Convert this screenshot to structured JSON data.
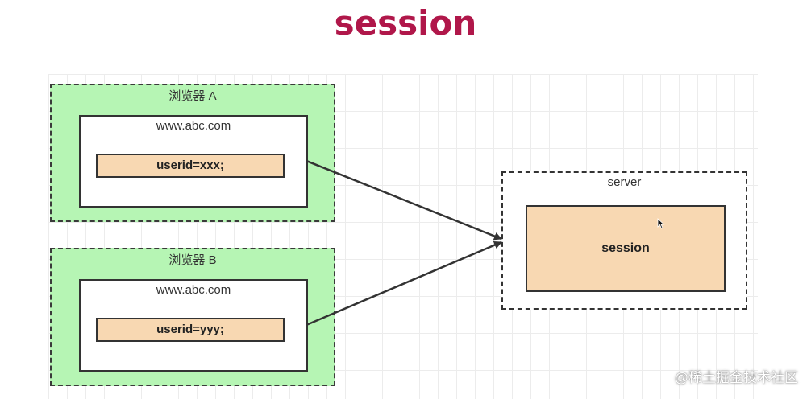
{
  "title": "session",
  "browsers": [
    {
      "label": "浏览器 A",
      "site": "www.abc.com",
      "cookie": "userid=xxx;"
    },
    {
      "label": "浏览器 B",
      "site": "www.abc.com",
      "cookie": "userid=yyy;"
    }
  ],
  "server": {
    "label": "server",
    "session": "session"
  },
  "watermark": "@稀土掘金技术社区",
  "colors": {
    "title": "#b0174a",
    "browser_fill": "#b6f5b4",
    "store_fill": "#f8d8b2",
    "stroke": "#333333"
  }
}
